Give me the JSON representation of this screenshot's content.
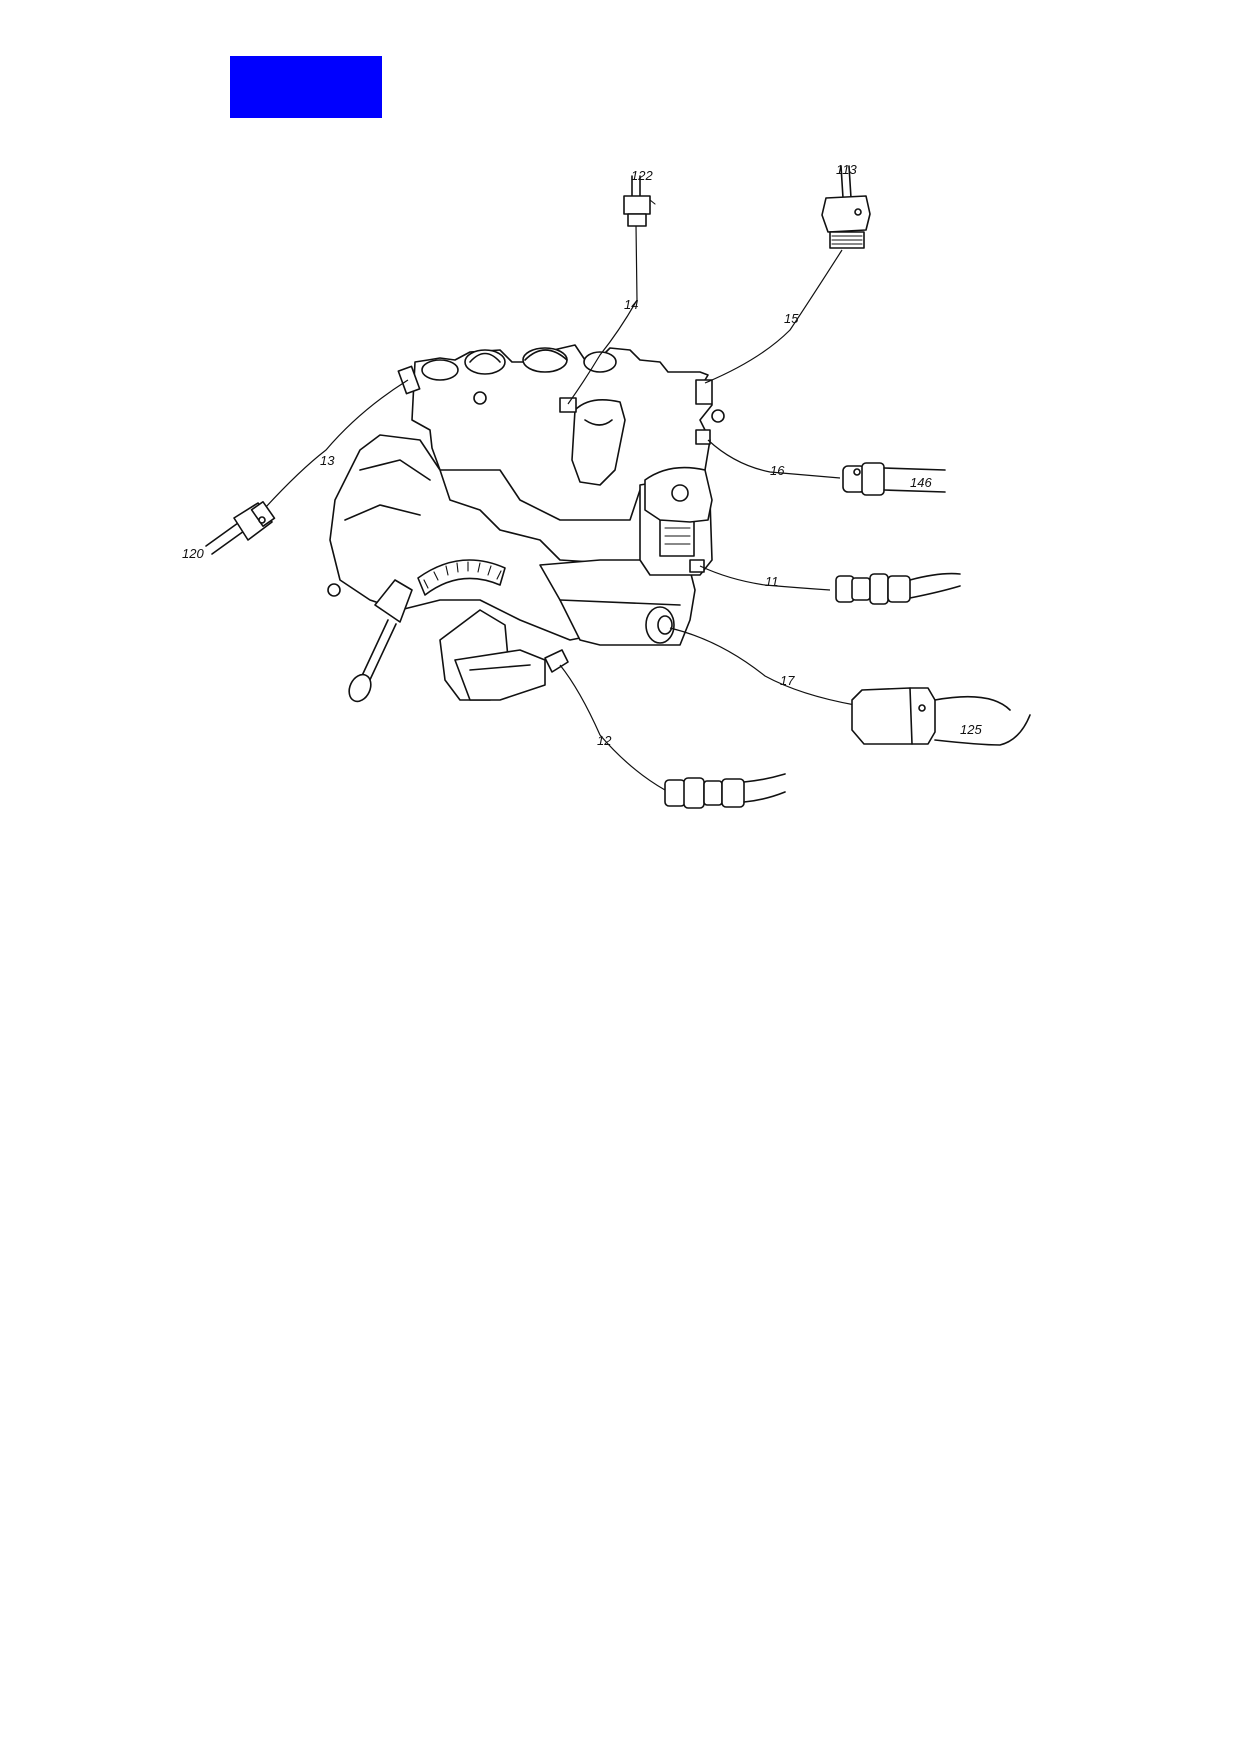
{
  "accent_colors": {
    "box": "#0000ff",
    "line": "#111111"
  },
  "callouts": {
    "c11": "11",
    "c12": "12",
    "c13": "13",
    "c14": "14",
    "c15": "15",
    "c16": "16",
    "c17": "17",
    "c113": "113",
    "c120": "120",
    "c122": "122",
    "c125": "125",
    "c146": "146"
  }
}
